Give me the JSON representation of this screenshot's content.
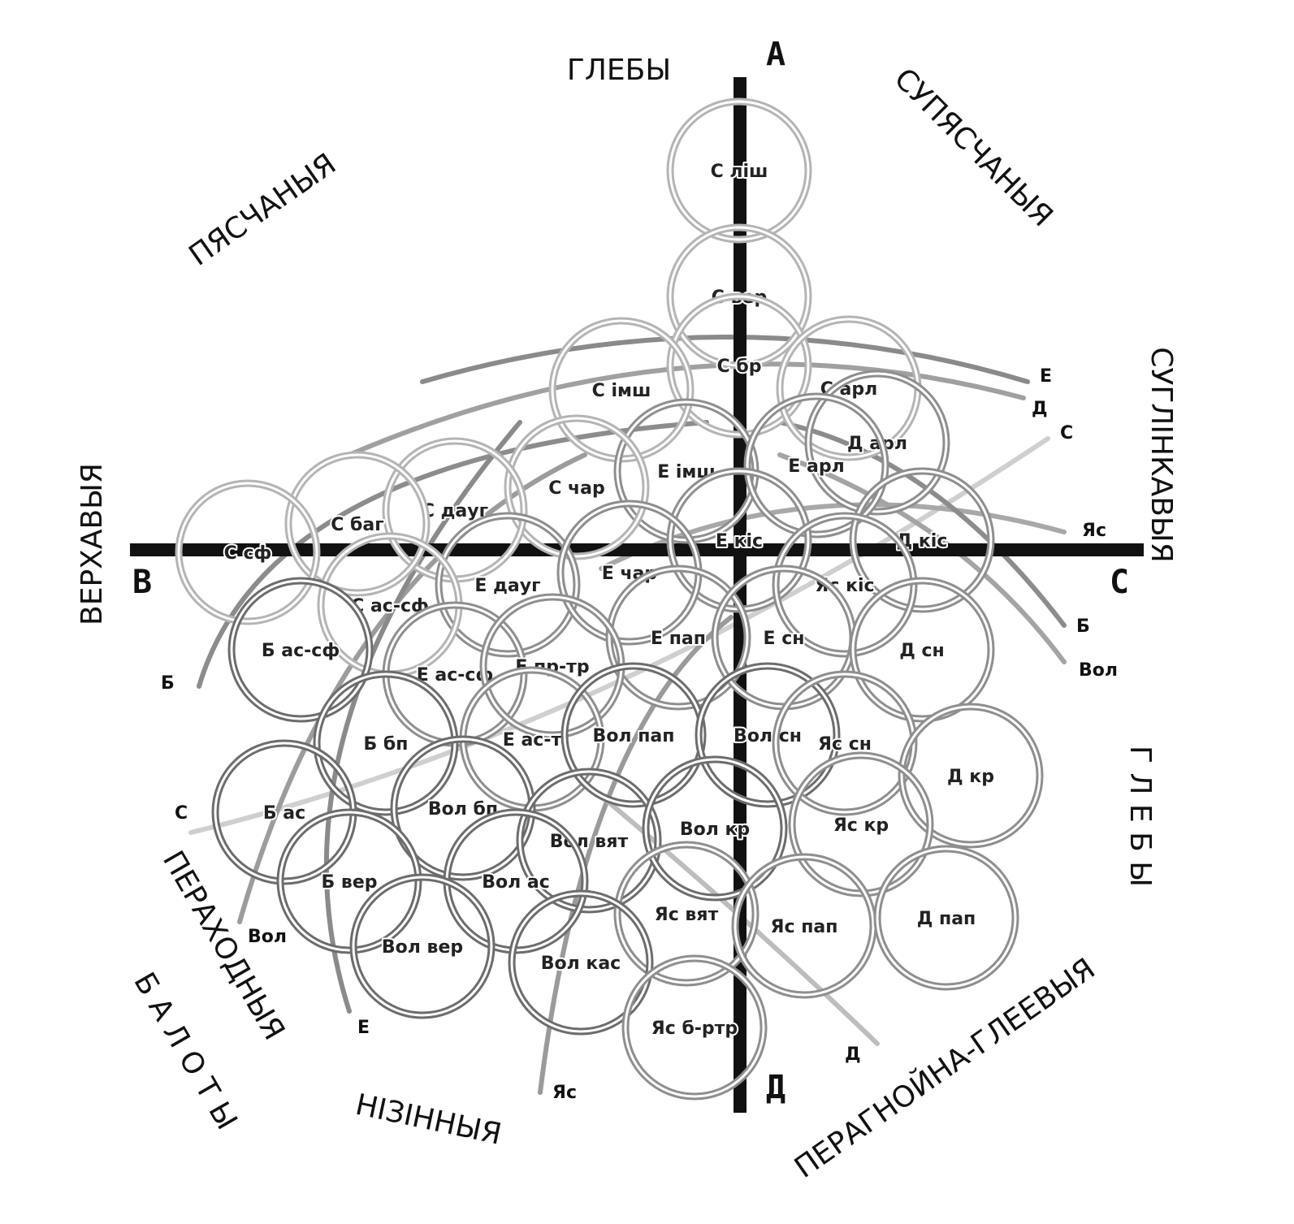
{
  "axes": {
    "top": "А",
    "bottom": "Д",
    "left": "В",
    "right": "С"
  },
  "regions": {
    "glieby_top": "ГЛЕБЫ",
    "piascanyja": "ПЯСЧАНЫЯ",
    "supiascanyja": "СУПЯСЧАНЫЯ",
    "suhlinkavyja": "СУГЛІНКАВЫЯ",
    "vierchavyja": "ВЕРХАВЫЯ",
    "glieby_right": "Г Л Е Б Ы",
    "pierachodnyja": "ПЕРАХОДНЫЯ",
    "baloty": "Б А Л О Т Ы",
    "nizinnyja": "НІЗІННЫЯ",
    "pierahnojna": "ПЕРАГНОЙНА-ГЛЕЕВЫЯ"
  },
  "curve_labels": {
    "e_right": "Е",
    "d_right": "Д",
    "s_right": "С",
    "ja_right": "Яс",
    "b_right": "Б",
    "vol_right": "Вол",
    "b_left": "Б",
    "s_left": "С",
    "vol_left": "Вол",
    "e_bottom": "Е",
    "ja_bottom": "Яс",
    "d_bottom": "Д"
  },
  "rings": [
    {
      "label": "С ліш",
      "tone": "light"
    },
    {
      "label": "С вер",
      "tone": "light"
    },
    {
      "label": "С бр",
      "tone": "light"
    },
    {
      "label": "С імш",
      "tone": "light"
    },
    {
      "label": "С арл",
      "tone": "light"
    },
    {
      "label": "Д арл",
      "tone": "mid"
    },
    {
      "label": "Е імш",
      "tone": "mid"
    },
    {
      "label": "Е арл",
      "tone": "mid"
    },
    {
      "label": "С чар",
      "tone": "light"
    },
    {
      "label": "С дауг",
      "tone": "light"
    },
    {
      "label": "С баг",
      "tone": "light"
    },
    {
      "label": "С сф",
      "tone": "light"
    },
    {
      "label": "Е кіс",
      "tone": "mid"
    },
    {
      "label": "Д кіс",
      "tone": "mid"
    },
    {
      "label": "Е дауг",
      "tone": "mid"
    },
    {
      "label": "Е чар",
      "tone": "mid"
    },
    {
      "label": "Яс кіс",
      "tone": "mid"
    },
    {
      "label": "С ас-сф",
      "tone": "light"
    },
    {
      "label": "Б ас-сф",
      "tone": "dark"
    },
    {
      "label": "Е пап",
      "tone": "mid"
    },
    {
      "label": "Е сн",
      "tone": "mid"
    },
    {
      "label": "Д сн",
      "tone": "mid"
    },
    {
      "label": "Е ас-сф",
      "tone": "mid"
    },
    {
      "label": "Е пр-тр",
      "tone": "mid"
    },
    {
      "label": "Б бп",
      "tone": "dark"
    },
    {
      "label": "Е ас-т",
      "tone": "mid"
    },
    {
      "label": "Вол пап",
      "tone": "dark"
    },
    {
      "label": "Вол сн",
      "tone": "dark"
    },
    {
      "label": "Яс сн",
      "tone": "mid"
    },
    {
      "label": "Д кр",
      "tone": "mid"
    },
    {
      "label": "Б ас",
      "tone": "dark"
    },
    {
      "label": "Вол бп",
      "tone": "dark"
    },
    {
      "label": "Вол вят",
      "tone": "dark"
    },
    {
      "label": "Вол кр",
      "tone": "dark"
    },
    {
      "label": "Яс кр",
      "tone": "mid"
    },
    {
      "label": "Б вер",
      "tone": "dark"
    },
    {
      "label": "Вол ас",
      "tone": "dark"
    },
    {
      "label": "Яс вят",
      "tone": "mid"
    },
    {
      "label": "Яс пап",
      "tone": "mid"
    },
    {
      "label": "Д пап",
      "tone": "mid"
    },
    {
      "label": "Вол вер",
      "tone": "dark"
    },
    {
      "label": "Вол кас",
      "tone": "dark"
    },
    {
      "label": "Яс б-ртр",
      "tone": "mid"
    }
  ],
  "colors": {
    "light": "#b4b4b4",
    "mid": "#8e8e8e",
    "dark": "#6c6c6c",
    "axis": "#111111",
    "curve_light": "#bdbdbd",
    "curve_mid": "#9a9a9a",
    "curve_dark": "#7a7a7a"
  }
}
